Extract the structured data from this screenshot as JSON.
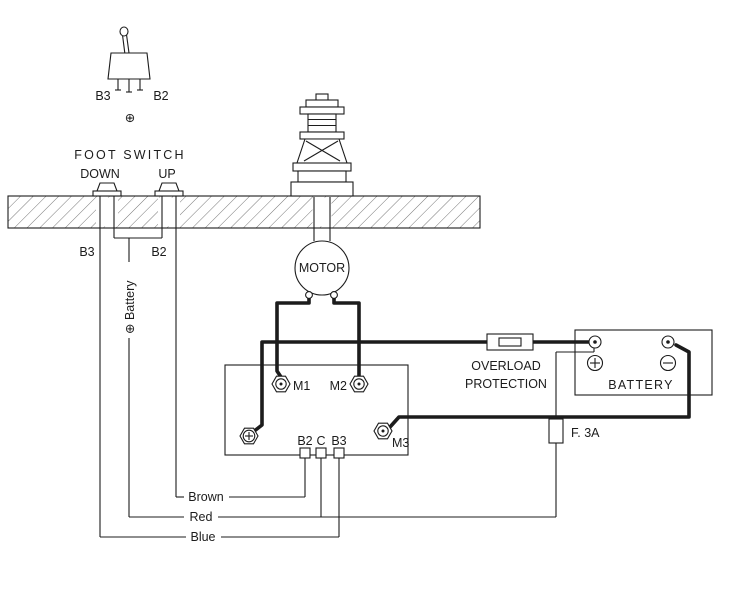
{
  "colors": {
    "ink": "#1c1c1c",
    "background": "#ffffff"
  },
  "toggle_switch": {
    "left_pin_label": "B3",
    "right_pin_label": "B2",
    "ground_symbol": "⊕"
  },
  "foot_switch": {
    "title": "FOOT SWITCH",
    "down_label": "DOWN",
    "up_label": "UP",
    "b3_wire_label": "B3",
    "b2_wire_label": "B2",
    "battery_wire_label": "⊕ Battery"
  },
  "motor": {
    "label": "MOTOR"
  },
  "control_box": {
    "m1_label": "M1",
    "m2_label": "M2",
    "m3_label": "M3",
    "b2_terminal": "B2",
    "c_terminal": "C",
    "b3_terminal": "B3"
  },
  "overload": {
    "line1": "OVERLOAD",
    "line2": "PROTECTION"
  },
  "battery": {
    "label": "BATTERY"
  },
  "inline_fuse": {
    "label": "F.  3A"
  },
  "wire_labels": {
    "brown": "Brown",
    "red": "Red",
    "blue": "Blue"
  }
}
